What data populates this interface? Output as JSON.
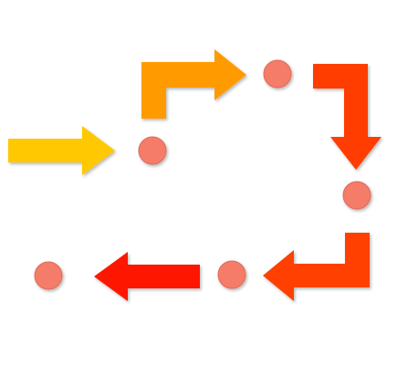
{
  "diagram": {
    "colors": {
      "background": "#ffffff",
      "node_fill": "#f47c68",
      "node_stroke": "#e06a58",
      "arrow_1": "#ffc800",
      "arrow_2": "#ff9b00",
      "arrow_3": "#ff3d00",
      "arrow_4": "#ff4000",
      "arrow_5": "#ff1800"
    },
    "nodes": [
      {
        "id": "node-1"
      },
      {
        "id": "node-2"
      },
      {
        "id": "node-3"
      },
      {
        "id": "node-4"
      },
      {
        "id": "node-5"
      },
      {
        "id": "node-6"
      }
    ],
    "arrows": [
      {
        "id": "arrow-1",
        "shape": "straight",
        "direction": "right",
        "color_key": "arrow_1"
      },
      {
        "id": "arrow-2",
        "shape": "bent",
        "direction": "up-then-right",
        "color_key": "arrow_2"
      },
      {
        "id": "arrow-3",
        "shape": "bent",
        "direction": "right-then-down",
        "color_key": "arrow_3"
      },
      {
        "id": "arrow-4",
        "shape": "bent",
        "direction": "down-then-left",
        "color_key": "arrow_4"
      },
      {
        "id": "arrow-5",
        "shape": "straight",
        "direction": "left",
        "color_key": "arrow_5"
      }
    ]
  }
}
